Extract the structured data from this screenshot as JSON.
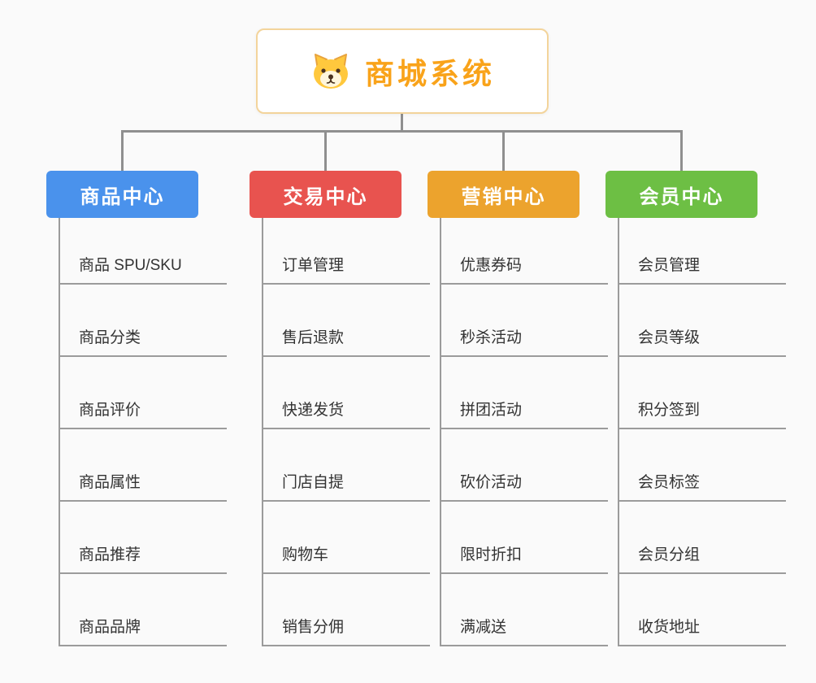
{
  "root": {
    "title": "商城系统",
    "icon": "dog-face-icon"
  },
  "branches": [
    {
      "label": "商品中心",
      "color": "#4A92EC",
      "children": [
        "商品 SPU/SKU",
        "商品分类",
        "商品评价",
        "商品属性",
        "商品推荐",
        "商品品牌"
      ]
    },
    {
      "label": "交易中心",
      "color": "#E8534F",
      "children": [
        "订单管理",
        "售后退款",
        "快递发货",
        "门店自提",
        "购物车",
        "销售分佣"
      ]
    },
    {
      "label": "营销中心",
      "color": "#ECA32D",
      "children": [
        "优惠券码",
        "秒杀活动",
        "拼团活动",
        "砍价活动",
        "限时折扣",
        "满减送"
      ]
    },
    {
      "label": "会员中心",
      "color": "#6DBF44",
      "children": [
        "会员管理",
        "会员等级",
        "积分签到",
        "会员标签",
        "会员分组",
        "收货地址"
      ]
    }
  ],
  "colors": {
    "connector_line": "#8f8f8f",
    "child_line": "#9b9b9b",
    "root_title": "#f9a31a",
    "root_border": "#f3d49b",
    "background": "#fafafa"
  }
}
